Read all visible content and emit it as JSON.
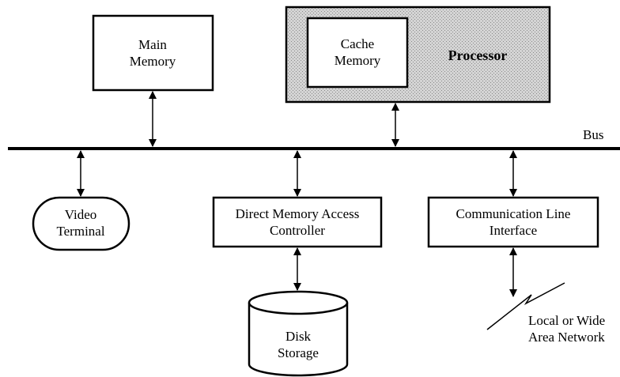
{
  "diagram": {
    "nodes": {
      "main_memory": {
        "line1": "Main",
        "line2": "Memory"
      },
      "cache_memory": {
        "line1": "Cache",
        "line2": "Memory"
      },
      "processor": {
        "label": "Processor"
      },
      "bus": {
        "label": "Bus"
      },
      "video_terminal": {
        "line1": "Video",
        "line2": "Terminal"
      },
      "dma_controller": {
        "line1": "Direct Memory Access",
        "line2": "Controller"
      },
      "comm_interface": {
        "line1": "Communication Line",
        "line2": "Interface"
      },
      "disk_storage": {
        "line1": "Disk",
        "line2": "Storage"
      },
      "network": {
        "line1": "Local or Wide",
        "line2": "Area Network"
      }
    },
    "edges": [
      {
        "from": "main_memory",
        "to": "bus",
        "style": "double-arrow"
      },
      {
        "from": "processor",
        "to": "bus",
        "style": "double-arrow"
      },
      {
        "from": "bus",
        "to": "video_terminal",
        "style": "double-arrow"
      },
      {
        "from": "bus",
        "to": "dma_controller",
        "style": "double-arrow"
      },
      {
        "from": "bus",
        "to": "comm_interface",
        "style": "double-arrow"
      },
      {
        "from": "dma_controller",
        "to": "disk_storage",
        "style": "double-arrow"
      },
      {
        "from": "comm_interface",
        "to": "network",
        "style": "double-arrow"
      }
    ],
    "colors": {
      "line": "#000000",
      "processor_fill": "#c8c8c8",
      "background": "#ffffff"
    }
  }
}
